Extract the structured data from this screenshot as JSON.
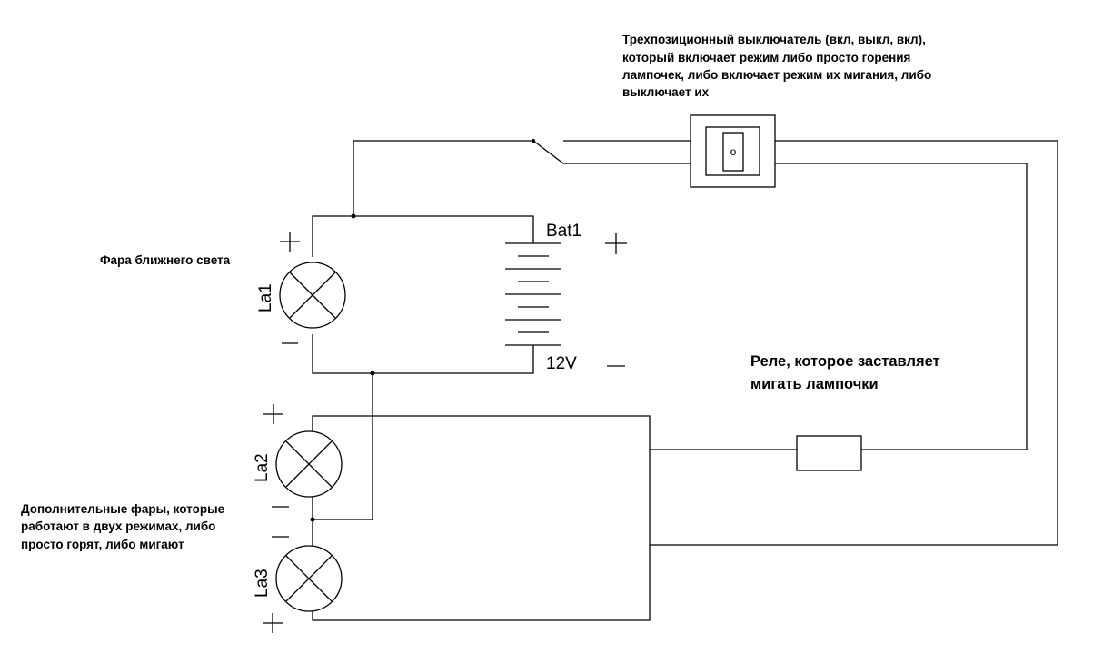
{
  "switch_note": [
    "Трехпозиционный выключатель (вкл, выкл, вкл),",
    "который включает режим либо просто горения",
    "лампочек, либо включает режим их мигания, либо",
    "выключает их"
  ],
  "headlight_note": "Фара ближнего света",
  "relay_note": [
    "Реле, которое заставляет",
    "мигать лампочки"
  ],
  "extra_note": [
    "Дополнительные фары, которые",
    "работают в двух режимах, либо",
    "просто горят, либо мигают"
  ],
  "battery": {
    "name": "Bat1",
    "voltage": "12V"
  },
  "lamps": {
    "la1": "La1",
    "la2": "La2",
    "la3": "La3"
  },
  "switch_symbol": "о",
  "colors": {
    "line": "#000000",
    "background": "#ffffff"
  }
}
